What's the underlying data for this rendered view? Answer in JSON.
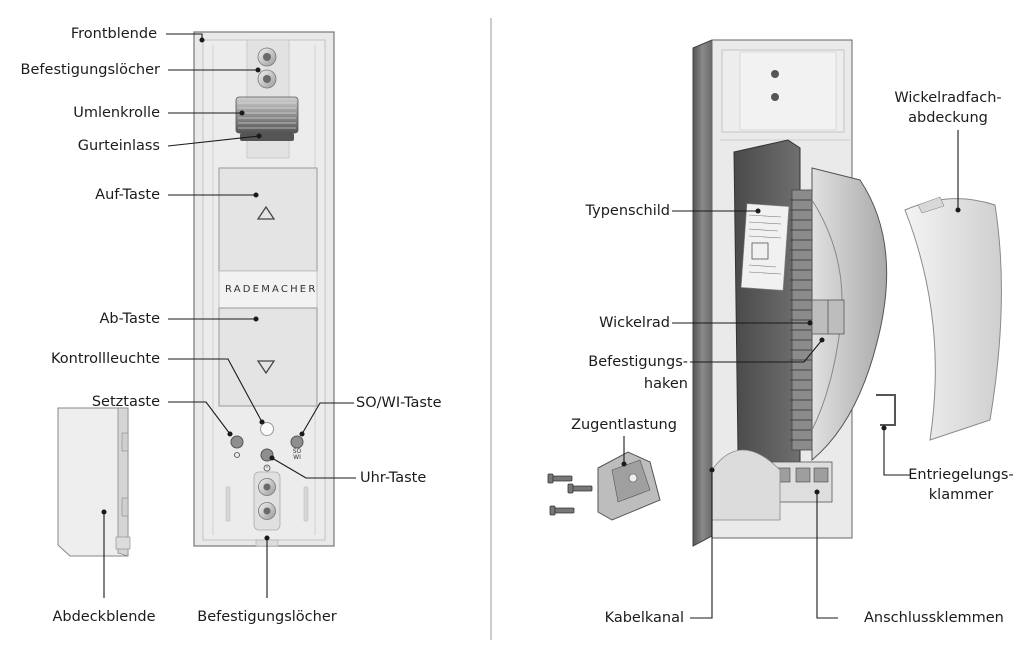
{
  "left_panel": {
    "brand_name": "RADEMACHER",
    "so_wi_marking": [
      "SO",
      "WI"
    ],
    "labels": {
      "frontblende": "Frontblende",
      "befestigungsloecher_top": "Befestigungslöcher",
      "umlenkrolle": "Umlenkrolle",
      "gurteinlass": "Gurteinlass",
      "auf_taste": "Auf-Taste",
      "ab_taste": "Ab-Taste",
      "kontrollleuchte": "Kontrollleuchte",
      "setztaste": "Setztaste",
      "so_wi_taste": "SO/WI-Taste",
      "uhr_taste": "Uhr-Taste",
      "abdeckblende": "Abdeckblende",
      "befestigungsloecher_bottom": "Befestigungslöcher"
    }
  },
  "right_panel": {
    "labels": {
      "typenschild": "Typenschild",
      "wickelrad": "Wickelrad",
      "befestigungshaken_1": "Befestigungs-",
      "befestigungshaken_2": "haken",
      "zugentlastung": "Zugentlastung",
      "kabelkanal": "Kabelkanal",
      "anschlussklemmen": "Anschlussklemmen",
      "wickelradfach_1": "Wickelradfach-",
      "wickelradfach_2": "abdeckung",
      "entriegelung_1": "Entriegelungs-",
      "entriegelung_2": "klammer"
    }
  },
  "colors": {
    "line": "#1a1a1a",
    "device_body": "#e9e9e9",
    "device_dark": "#5a5a5a",
    "divider": "#9a9a9a"
  }
}
